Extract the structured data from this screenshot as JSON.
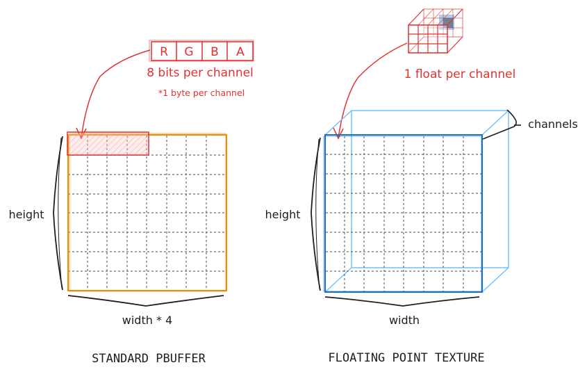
{
  "left_panel": {
    "caption": "STANDARD PBUFFER",
    "height_label": "height",
    "width_label": "width * 4",
    "channels": [
      "R",
      "G",
      "B",
      "A"
    ],
    "annotation_main": "8 bits per channel",
    "annotation_sub": "*1 byte per channel"
  },
  "right_panel": {
    "caption": "FLOATING POINT TEXTURE",
    "height_label": "height",
    "width_label": "width",
    "depth_label": "channels",
    "annotation_main": "1 float per channel"
  },
  "colors": {
    "red": "#e03131",
    "orange": "#f08c00",
    "blue": "#1971c2",
    "light_blue": "#74c0fc",
    "ink": "#1e1e1e",
    "grid": "#6b6b6b"
  }
}
